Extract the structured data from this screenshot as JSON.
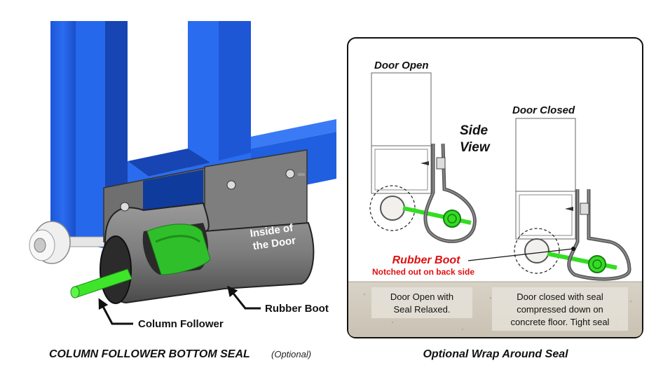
{
  "left_panel": {
    "inside_label_line1": "Inside of",
    "inside_label_line2": "the Door",
    "rubber_boot_label": "Rubber Boot",
    "column_follower_label": "Column Follower",
    "caption_main": "COLUMN FOLLOWER BOTTOM SEAL",
    "caption_optional": "(Optional)"
  },
  "right_panel": {
    "door_open_label": "Door Open",
    "door_closed_label": "Door Closed",
    "side_view_line1": "Side",
    "side_view_line2": "View",
    "rubber_boot_label": "Rubber Boot",
    "notched_label": "Notched out on back side",
    "note_open_line1": "Door Open with",
    "note_open_line2": "Seal Relaxed.",
    "note_closed_line1": "Door closed with seal",
    "note_closed_line2": "compressed down on",
    "note_closed_line3": "concrete floor. Tight seal",
    "caption": "Optional Wrap Around Seal"
  },
  "colors": {
    "frame_blue": "#1f5fe0",
    "follower_green": "#33dd22",
    "boot_gray": "#8a8a8a",
    "annotation_red": "#e01010"
  }
}
